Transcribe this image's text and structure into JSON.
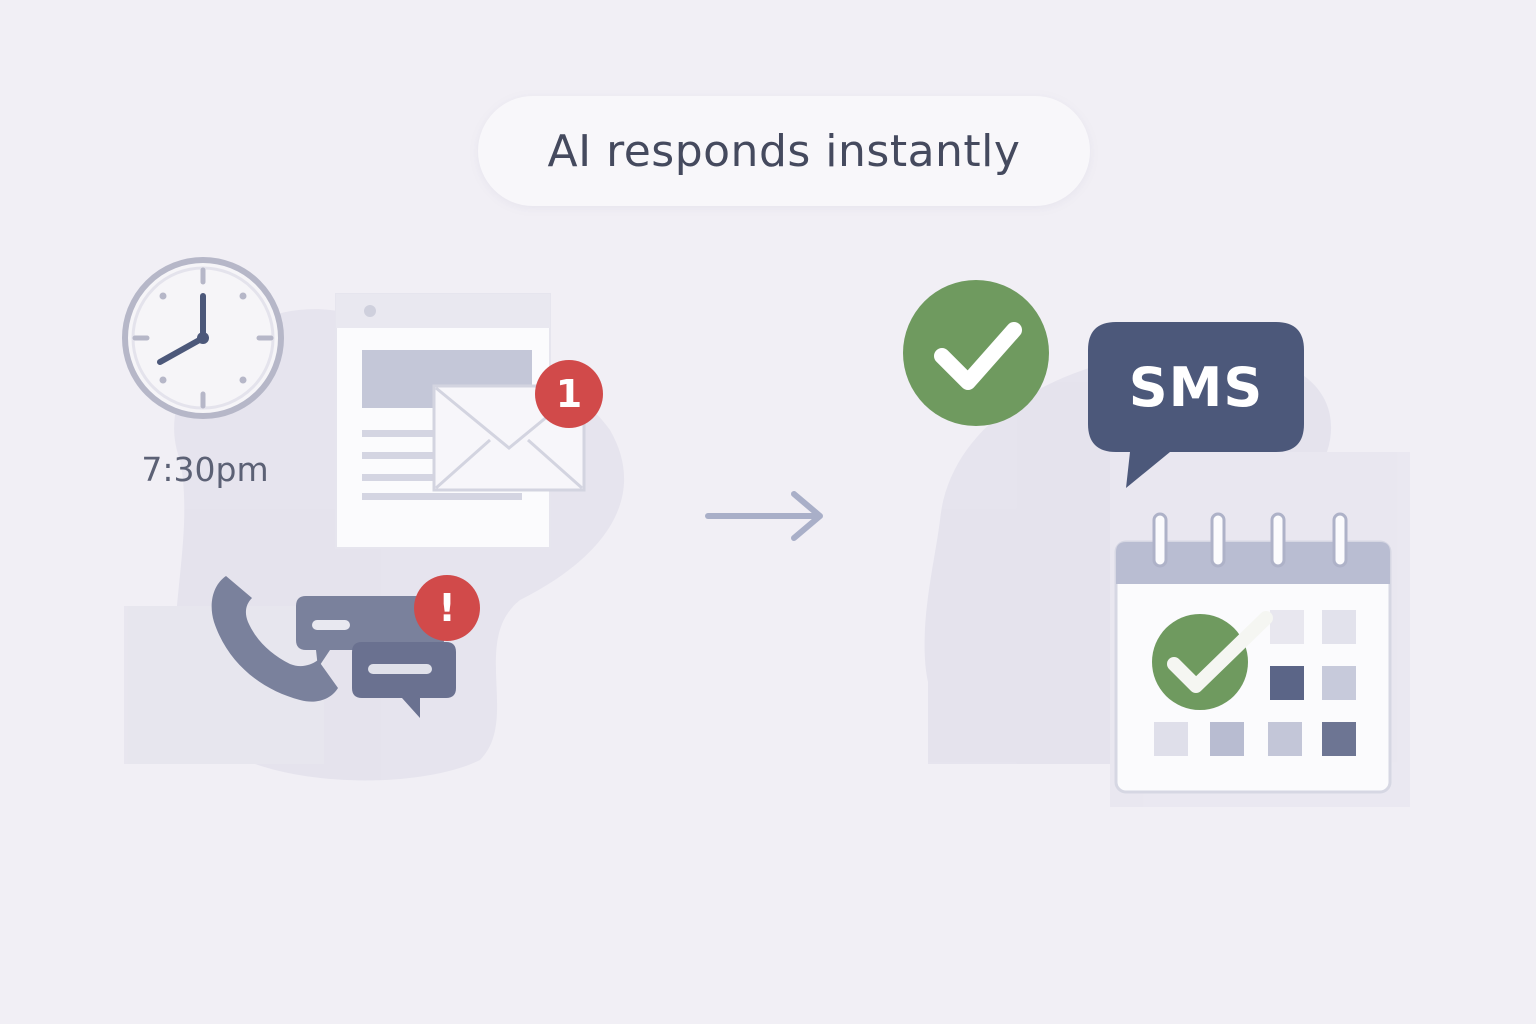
{
  "header": {
    "title": "AI responds instantly"
  },
  "missed_contacts": {
    "time_label": "7:30pm",
    "email_badge_count": "1",
    "message_badge_count": "!"
  },
  "ai_response": {
    "channel_label": "SMS"
  },
  "colors": {
    "background": "#f1eff5",
    "alert_red": "#d14a4a",
    "success_green": "#6f9a5f",
    "navy": "#4c587a",
    "muted_blue": "#a9afc8",
    "text_dark": "#454a5e"
  },
  "icons": [
    "clock-icon",
    "email-window-icon",
    "envelope-icon",
    "phone-icon",
    "chat-bubbles-icon",
    "arrow-right-icon",
    "checkmark-circle-icon",
    "sms-bubble-icon",
    "calendar-icon"
  ]
}
